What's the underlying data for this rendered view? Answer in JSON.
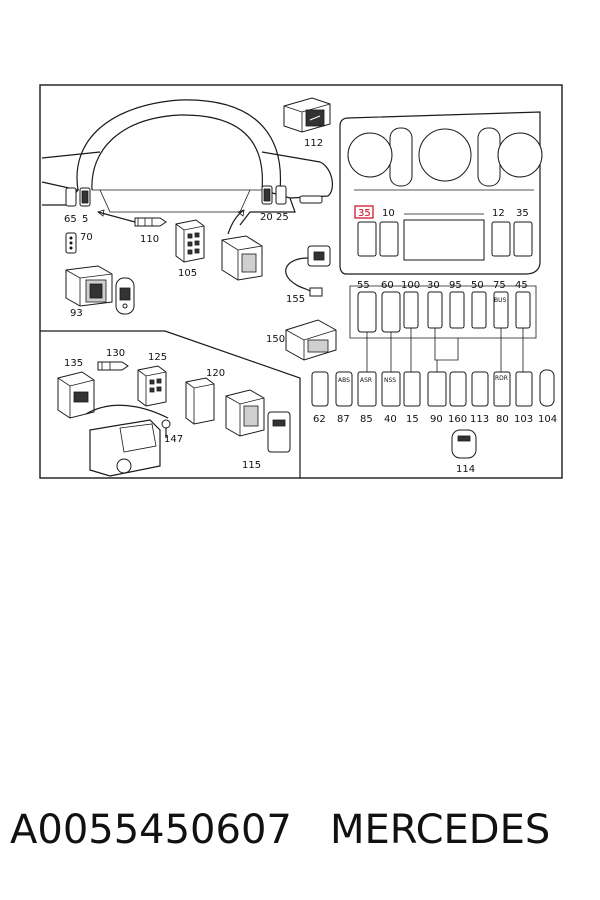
{
  "callouts": {
    "c112": "112",
    "c65": "65",
    "c5": "5",
    "c70": "70",
    "c110": "110",
    "c105": "105",
    "c20": "20",
    "c25": "25",
    "c93": "93",
    "c155": "155",
    "c150": "150",
    "c135": "135",
    "c130": "130",
    "c125": "125",
    "c120": "120",
    "c147": "147",
    "c115": "115",
    "c35a": "35",
    "c10": "10",
    "c12": "12",
    "c35b": "35",
    "c55": "55",
    "c60": "60",
    "c100": "100",
    "c30": "30",
    "c95": "95",
    "c50": "50",
    "c75": "75",
    "c45": "45",
    "c62": "62",
    "c87": "87",
    "c85": "85",
    "c40": "40",
    "c15": "15",
    "c90": "90",
    "c160": "160",
    "c113": "113",
    "c80": "80",
    "c103": "103",
    "c104": "104",
    "c114": "114"
  },
  "switch_symbols": {
    "asr": "ASR",
    "nss": "NSS",
    "abs": "ABS",
    "rdr": "RDR",
    "bus": "BUS"
  },
  "caption": {
    "part_number": "A0055450607",
    "brand": "MERCEDES"
  },
  "colors": {
    "highlight": "#d0021b",
    "line": "#1a1a1a"
  }
}
